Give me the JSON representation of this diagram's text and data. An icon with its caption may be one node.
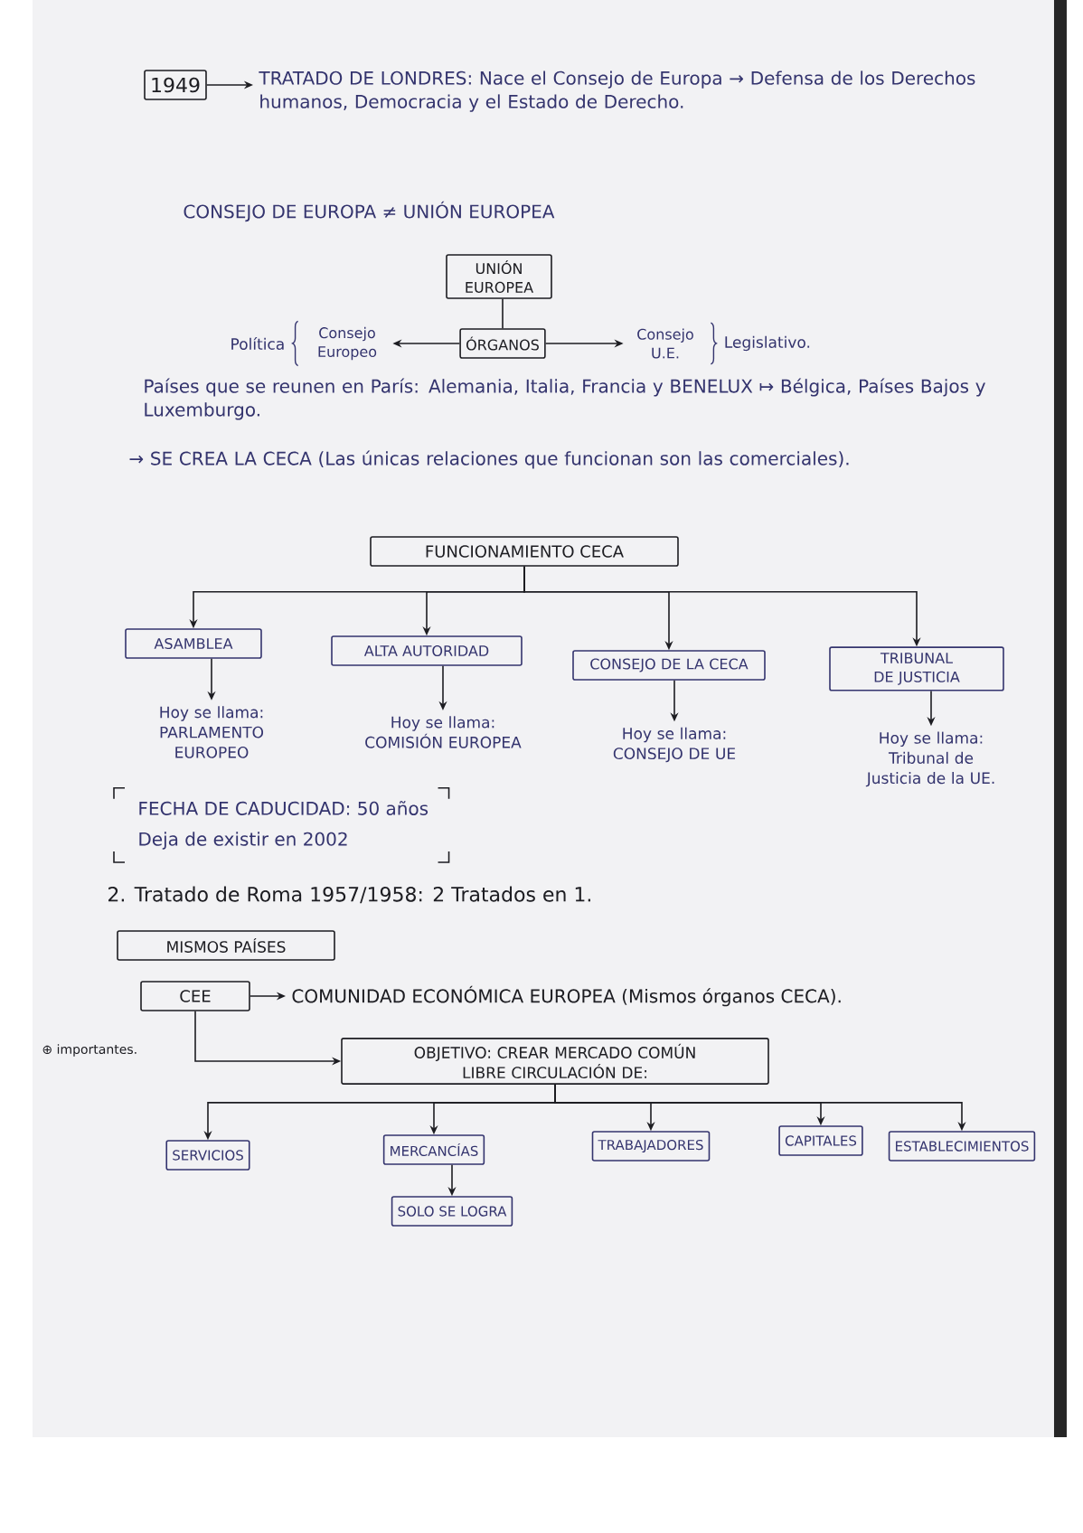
{
  "diagram": {
    "nodes": [
      {
        "text": [
          "1949"
        ]
      },
      {
        "text": [
          "TRATADO DE LONDRES: Nace el Consejo de Europa → Defensa de los Derechos humanos, Democracia y el Estado de Derecho."
        ]
      },
      {
        "text": [
          "UNIÓN EUROPEA"
        ]
      },
      {
        "text": [
          "Consejo Europeo"
        ],
        "beside": [
          "Política"
        ]
      },
      {
        "text": [
          "ÓRGANOS"
        ]
      },
      {
        "text": [
          "Consejo U.E."
        ],
        "beside": [
          "Legislativo."
        ]
      },
      {
        "text": [
          "FUNCIONAMIENTO CECA"
        ]
      },
      {
        "text": [
          "ASAMBLEA"
        ]
      },
      {
        "text": [
          "ALTA AUTORIDAD"
        ]
      },
      {
        "text": [
          "CONSEJO DE LA CECA"
        ]
      },
      {
        "text": [
          "TRIBUNAL DE JUSTICIA"
        ]
      },
      {
        "text": [
          "Hoy se llama:",
          "PARLAMENTO EUROPEO"
        ]
      },
      {
        "text": [
          "Hoy se llama:",
          "COMISIÓN EUROPEA"
        ]
      },
      {
        "text": [
          "Hoy se llama:",
          "CONSEJO DE UE"
        ]
      },
      {
        "text": [
          "Hoy se llama:",
          "Tribunal de Justicia de la UE."
        ]
      },
      {
        "text": [
          "MISMOS PAÍSES"
        ]
      },
      {
        "text": [
          "CEE"
        ]
      },
      {
        "text": [
          "COMUNIDAD ECONÓMICA EUROPEA (Mismos órganos CECA)."
        ]
      },
      {
        "text": [
          "OBJETIVO: CREAR MERCADO COMÚN",
          "LIBRE CIRCULACIÓN DE:"
        ]
      },
      {
        "text": [
          "SERVICIOS"
        ]
      },
      {
        "text": [
          "MERCANCÍAS"
        ]
      },
      {
        "text": [
          "TRABAJADORES"
        ]
      },
      {
        "text": [
          "CAPITALES"
        ]
      },
      {
        "text": [
          "ESTABLECIMIENTOS"
        ]
      },
      {
        "text": [
          "SOLO SE LOGRA"
        ]
      }
    ],
    "edges": [
      {
        "from": 0,
        "to": 1,
        "arrow": "to"
      },
      {
        "from": 2,
        "to": 4,
        "arrow": "none"
      },
      {
        "from": 4,
        "to": 3,
        "arrow": "to"
      },
      {
        "from": 4,
        "to": 5,
        "arrow": "to"
      },
      {
        "from": 6,
        "to": 7,
        "arrow": "to"
      },
      {
        "from": 6,
        "to": 8,
        "arrow": "to"
      },
      {
        "from": 6,
        "to": 9,
        "arrow": "to"
      },
      {
        "from": 6,
        "to": 10,
        "arrow": "to"
      },
      {
        "from": 7,
        "to": 11,
        "arrow": "to"
      },
      {
        "from": 8,
        "to": 12,
        "arrow": "to"
      },
      {
        "from": 9,
        "to": 13,
        "arrow": "to"
      },
      {
        "from": 10,
        "to": 14,
        "arrow": "to"
      },
      {
        "from": 16,
        "to": 17,
        "arrow": "to"
      },
      {
        "from": 16,
        "to": 18,
        "arrow": "to"
      },
      {
        "from": 18,
        "to": 19,
        "arrow": "to"
      },
      {
        "from": 18,
        "to": 20,
        "arrow": "to"
      },
      {
        "from": 18,
        "to": 21,
        "arrow": "to"
      },
      {
        "from": 18,
        "to": 22,
        "arrow": "to"
      },
      {
        "from": 18,
        "to": 23,
        "arrow": "to"
      },
      {
        "from": 20,
        "to": 24,
        "arrow": "to"
      }
    ],
    "labels": [
      "CONSEJO DE EUROPA ≠ UNIÓN EUROPEA",
      "Países que se reunen en París: Alemania, Italia, Francia y BENELUX ↦ Bélgica, Países Bajos y Luxemburgo.",
      "→ SE CREA LA CECA (Las únicas relaciones que funcionan son las comerciales).",
      "FECHA DE CADUCIDAD: 50 años",
      "Deja de existir en 2002",
      "2. Tratado de Roma 1957/1958: 2 Tratados en 1.",
      "⊕ importantes."
    ]
  }
}
